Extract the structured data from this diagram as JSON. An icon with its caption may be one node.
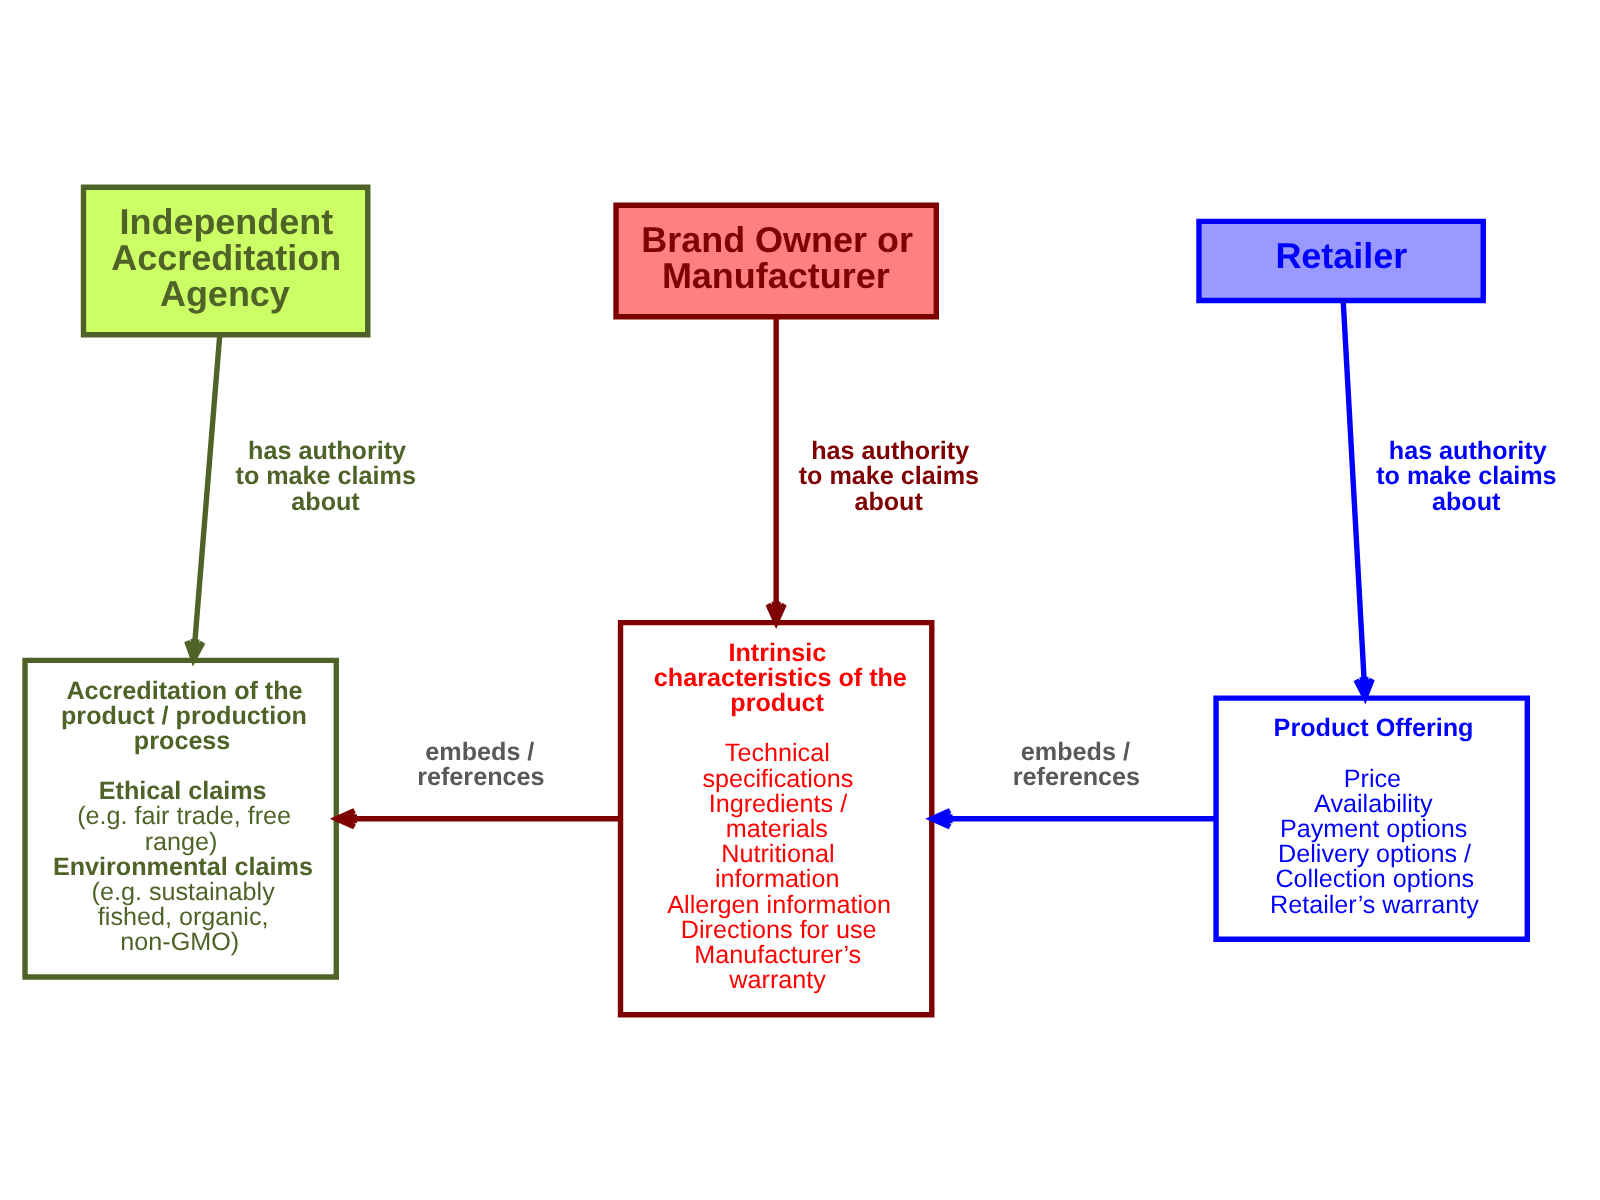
{
  "diagram": {
    "nodes": [
      {
        "text": [
          "Independent Accreditation Agency"
        ]
      },
      {
        "text": [
          "Brand Owner or Manufacturer"
        ]
      },
      {
        "text": [
          "Retailer"
        ]
      },
      {
        "text": [
          "Accreditation of the product / production process",
          "Ethical claims",
          "(e.g. fair trade, free range)",
          "Environmental claims",
          "(e.g. sustainably fished, organic, non-GMO)"
        ]
      },
      {
        "text": [
          "Intrinsic characteristics of the product",
          "Technical specifications",
          "Ingredients / materials",
          "Nutritional information",
          "Allergen information",
          "Directions for use",
          "Manufacturer’s warranty"
        ]
      },
      {
        "text": [
          "Product Offering",
          "Price",
          "Availability",
          "Payment options",
          "Delivery options / Collection options",
          "Retailer’s warranty"
        ]
      }
    ],
    "edges": [
      {
        "from": 0,
        "to": 3,
        "arrow": "to",
        "label": "has authority to make claims about",
        "color": "#4f6228"
      },
      {
        "from": 1,
        "to": 4,
        "arrow": "to",
        "label": "has authority to make claims about",
        "color": "#7f0000"
      },
      {
        "from": 2,
        "to": 5,
        "arrow": "to",
        "label": "has authority to make claims about",
        "color": "#0000ff"
      },
      {
        "from": 4,
        "to": 3,
        "arrow": "to",
        "label": "embeds / references",
        "color": "#7f0000"
      },
      {
        "from": 5,
        "to": 4,
        "arrow": "to",
        "label": "embeds / references",
        "color": "#0000ff"
      }
    ]
  }
}
